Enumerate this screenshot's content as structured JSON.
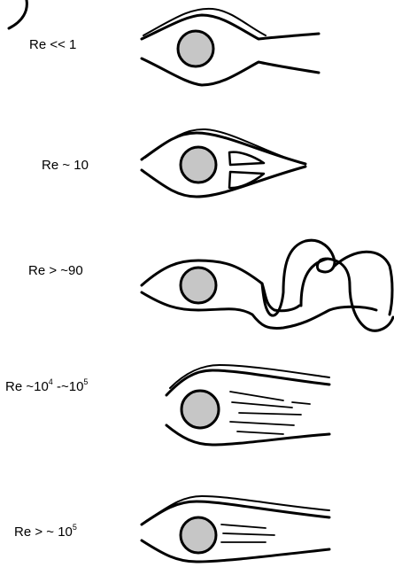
{
  "regimes": [
    {
      "id": "creeping",
      "label": "Re << 1"
    },
    {
      "id": "attached-eddies",
      "label": "Re ~ 10"
    },
    {
      "id": "vortex-street",
      "label": "Re > ~90"
    },
    {
      "id": "turbulent-wake",
      "base": "Re ~10",
      "exp1": "4",
      "mid": " -~10",
      "exp2": "5"
    },
    {
      "id": "drag-crisis",
      "base": "Re > ~ 10",
      "exp": "5"
    }
  ],
  "colors": {
    "cylinder_fill": "#c6c6c6",
    "stroke": "#000000",
    "background": "#ffffff"
  }
}
